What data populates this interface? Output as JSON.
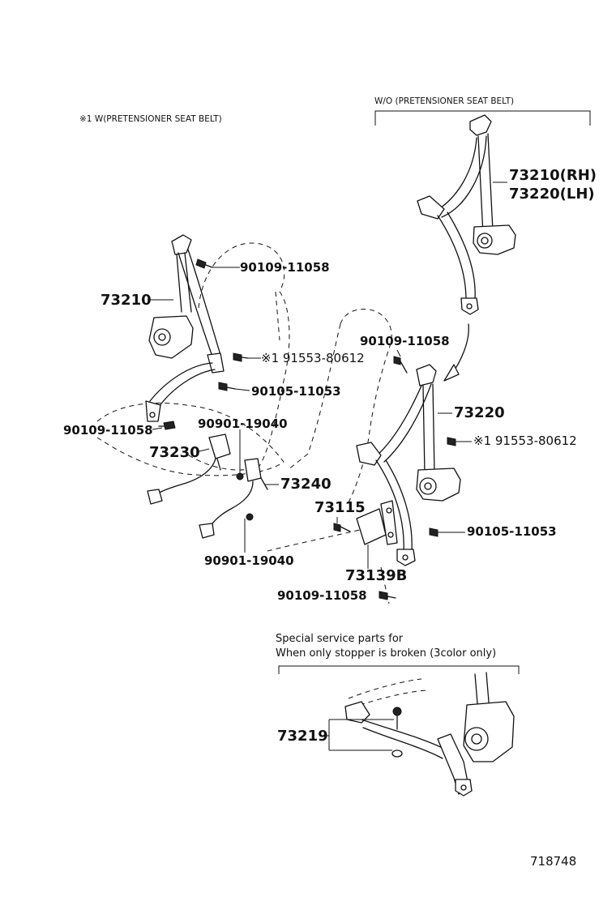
{
  "notes": {
    "pretensioner": "※1  W(PRETENSIONER SEAT BELT)",
    "without_pretensioner": "W/O (PRETENSIONER SEAT BELT)",
    "service_line1": "Special  service  parts  for",
    "service_line2": "When  only  stopper  is  broken  (3color  only)"
  },
  "labels": {
    "p73210_rh": "73210(RH)",
    "p73220_lh": "73220(LH)",
    "p73210": "73210",
    "p90109_top": "90109-11058",
    "p91553_left": "※1 91553-80612",
    "p90105_left": "90105-11053",
    "p90109_left": "90109-11058",
    "p90901_top": "90901-19040",
    "p73230": "73230",
    "p73240": "73240",
    "p90901_bottom": "90901-19040",
    "p90109_mid": "90109-11058",
    "p73220": "73220",
    "p91553_right": "※1 91553-80612",
    "p73115": "73115",
    "p90105_right": "90105-11053",
    "p73139b": "73139B",
    "p90109_bottom": "90109-11058",
    "p73219": "73219"
  },
  "reference_number": "718748"
}
